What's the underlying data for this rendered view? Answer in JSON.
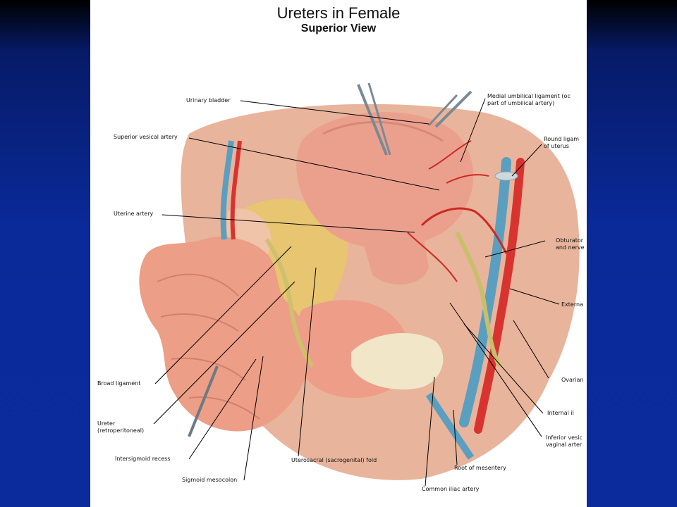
{
  "slide": {
    "title": "Ureters in Female",
    "subtitle": "Superior View"
  },
  "labels": {
    "urinary_bladder": "Urinary bladder",
    "superior_vesical_artery": "Superior vesical artery",
    "uterine_artery": "Uterine artery",
    "broad_ligament": "Broad ligament",
    "ureter": "Ureter\n(retroperitoneal)",
    "intersigmoid_recess": "Intersigmoid recess",
    "sigmoid_mesocolon": "Sigmoid mesocolon",
    "uterosacral_fold": "Uterosacral (sacrogenital) fold",
    "common_iliac_artery": "Common  iliac artery",
    "root_of_mesentery": "Root of mesentery",
    "medial_umbilical_ligament": "Medial umbilical ligament (oc\npart of umbilical artery)",
    "round_ligament": "Round ligam\nof uterus",
    "obturator": "Obturator\nand nerve",
    "external": "Externa",
    "ovarian": "Ovarian",
    "internal_iliac": "Internal il",
    "inferior_vesical": "Inferior vesic\nvaginal arter"
  },
  "colors": {
    "background": "#0b2b9d",
    "slide": "#ffffff",
    "tissue": "#e59a84",
    "artery": "#d8342f",
    "vein": "#5b9fc0",
    "fat": "#e8c86a"
  }
}
